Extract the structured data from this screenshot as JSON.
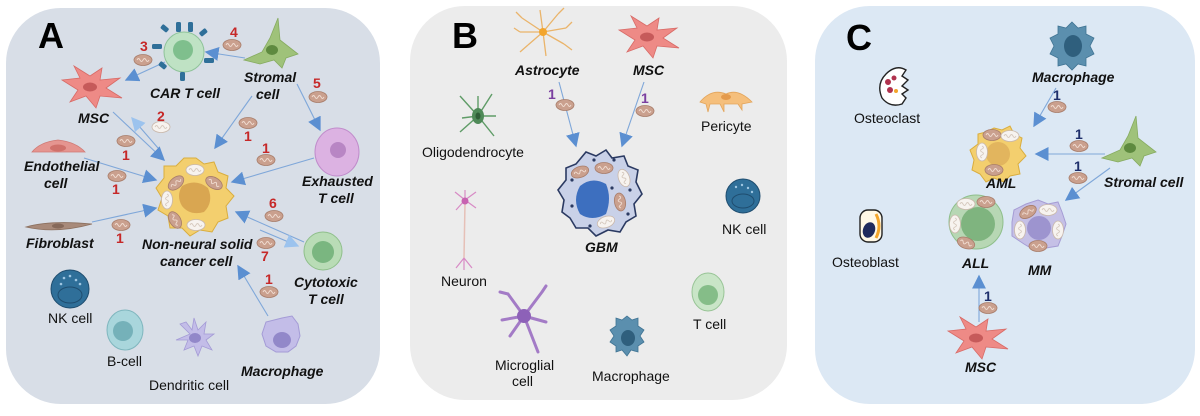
{
  "panels": {
    "A": {
      "letter": "A",
      "background": "#d8dee7",
      "center_label_1": "Non-neural solid",
      "center_label_2": "cancer cell",
      "labels": {
        "car_t": "CAR T cell",
        "stromal_1": "Stromal",
        "stromal_2": "cell",
        "msc": "MSC",
        "endothelial_1": "Endothelial",
        "endothelial_2": "cell",
        "exhausted_1": "Exhausted",
        "exhausted_2": "T cell",
        "fibroblast": "Fibroblast",
        "cytotoxic_1": "Cytotoxic",
        "cytotoxic_2": "T cell",
        "nk": "NK cell",
        "bcell": "B-cell",
        "dendritic": "Dendritic cell",
        "macrophage": "Macrophage"
      },
      "transfer_numbers": {
        "msc_to_car": "3",
        "stromal_to_car": "4",
        "stromal_to_exhausted": "5",
        "cancer_to_msc": "2",
        "msc_to_cancer": "1",
        "stromal_to_cancer": "1",
        "exhausted_to_cancer": "1",
        "endothelial_to_cancer": "1",
        "fibroblast_to_cancer": "1",
        "cytotoxic_to_cancer": "6",
        "cancer_to_cytotoxic": "7",
        "macrophage_to_cancer": "1"
      }
    },
    "B": {
      "letter": "B",
      "background": "#ececec",
      "labels": {
        "astrocyte": "Astrocyte",
        "msc": "MSC",
        "oligodendrocyte": "Oligodendrocyte",
        "pericyte": "Pericyte",
        "gbm": "GBM",
        "neuron": "Neuron",
        "nk": "NK cell",
        "tcell": "T cell",
        "microglial_1": "Microglial",
        "microglial_2": "cell",
        "macrophage": "Macrophage"
      },
      "transfer_numbers": {
        "astrocyte_to_gbm": "1",
        "msc_to_gbm": "1"
      }
    },
    "C": {
      "letter": "C",
      "background": "#dce8f4",
      "labels": {
        "macrophage": "Macrophage",
        "osteoclast": "Osteoclast",
        "aml": "AML",
        "stromal": "Stromal cell",
        "osteoblast": "Osteoblast",
        "all": "ALL",
        "mm": "MM",
        "msc": "MSC"
      },
      "transfer_numbers": {
        "macrophage_to_aml": "1",
        "stromal_to_aml": "1",
        "stromal_to_mm": "1",
        "msc_to_all": "1"
      }
    }
  },
  "colors": {
    "arrow": "#7fa7d9",
    "arrowhead": "#5b8fd1",
    "transfer_number_A": "#c62828",
    "transfer_number_B": "#7b3fa0",
    "transfer_number_C": "#1f2f6b",
    "mitochondrion": "#caa08e"
  }
}
